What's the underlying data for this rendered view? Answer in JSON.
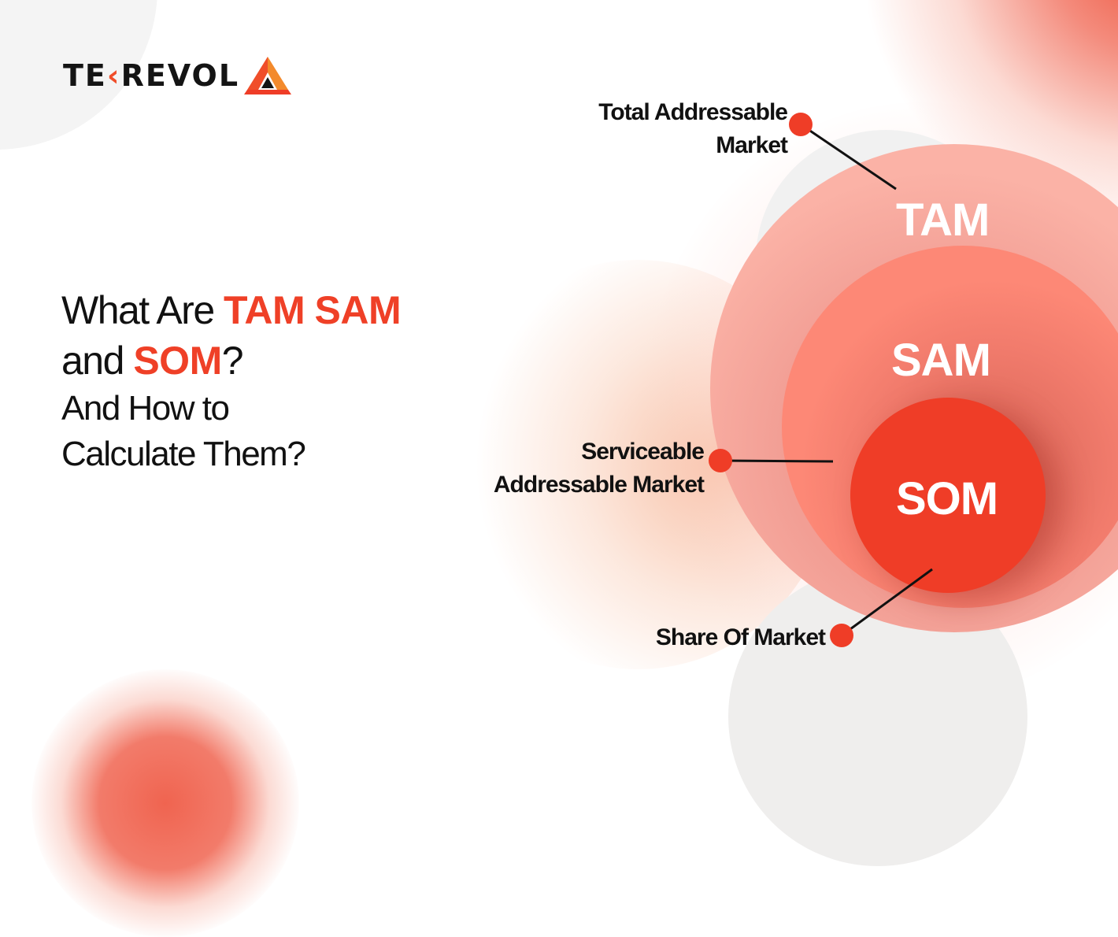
{
  "brand": {
    "name_prefix": "TE",
    "name_k": "K",
    "name_suffix": "REVOL",
    "logo_icon": "triangle-logo-icon",
    "colors": {
      "accent": "#ef4027",
      "accent_orange": "#f07a2a",
      "text": "#111111"
    }
  },
  "headline": {
    "line1_prefix": "What Are ",
    "line1_hl1": "TAM",
    "line1_sep": " ",
    "line1_hl2": "SAM",
    "line2_prefix": "and ",
    "line2_hl": "SOM",
    "line2_suffix": "?",
    "line3": " And How to",
    "line4": "Calculate Them?"
  },
  "diagram": {
    "circles": [
      {
        "id": "tam",
        "label": "TAM",
        "color": "#fbb2a6"
      },
      {
        "id": "sam",
        "label": "SAM",
        "color": "#fd8876"
      },
      {
        "id": "som",
        "label": "SOM",
        "color": "#ef3d27"
      }
    ],
    "callouts": {
      "tam": {
        "line1": "Total Addressable",
        "line2": "Market"
      },
      "sam": {
        "line1": "Serviceable",
        "line2": "Addressable Market"
      },
      "som": {
        "line1": "Share Of Market"
      }
    }
  }
}
